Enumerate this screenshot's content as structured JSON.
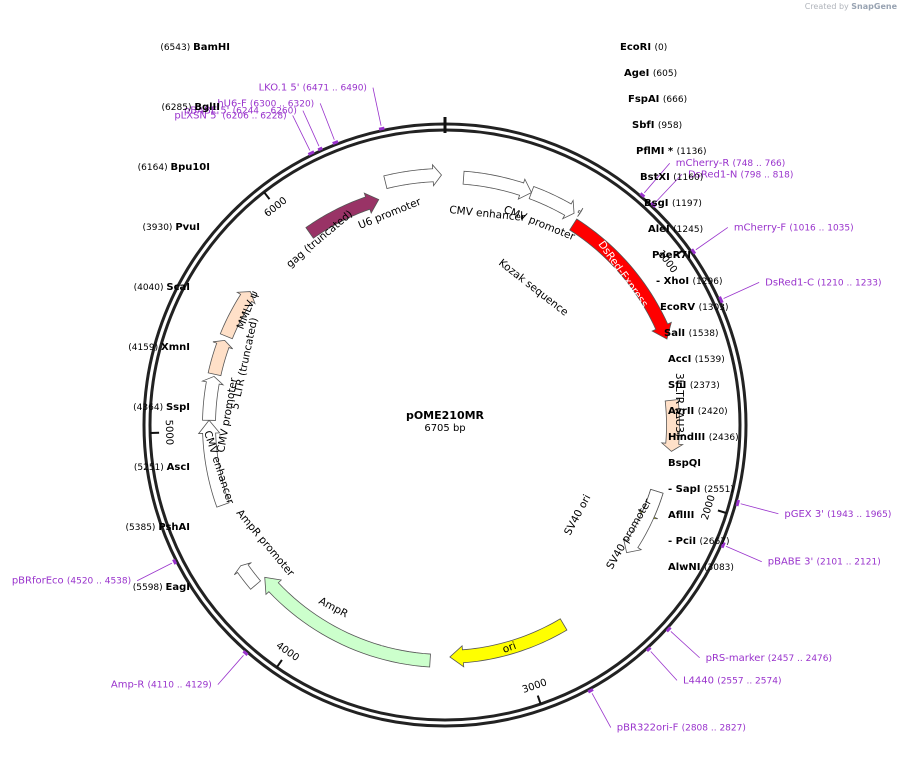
{
  "credit": {
    "prefix": "Created by",
    "brand": "SnapGene"
  },
  "plasmid": {
    "name": "pOME210MR",
    "length_label": "6705 bp"
  },
  "colors": {
    "enzyme": "#000000",
    "primer": "#9933cc",
    "backbone": "#000000",
    "tick": "#666666"
  },
  "ruler": [
    {
      "pos": 1000,
      "label": "1000"
    },
    {
      "pos": 2000,
      "label": "2000"
    },
    {
      "pos": 3000,
      "label": "3000"
    },
    {
      "pos": 4000,
      "label": "4000"
    },
    {
      "pos": 5000,
      "label": "5000"
    },
    {
      "pos": 6000,
      "label": "6000"
    }
  ],
  "enzymes": [
    {
      "name": "BamHI",
      "coord": "(6543)",
      "side": "left"
    },
    {
      "name": "EcoRI",
      "coord": "(0)",
      "side": "right"
    },
    {
      "name": "BglII",
      "coord": "(6285)",
      "side": "left"
    },
    {
      "name": "Bpu10I",
      "coord": "(6164)",
      "side": "left"
    },
    {
      "name": "AgeI",
      "coord": "(605)",
      "side": "right"
    },
    {
      "name": "FspAI",
      "coord": "(666)",
      "side": "right"
    },
    {
      "name": "SbfI",
      "coord": "(958)",
      "side": "right"
    },
    {
      "name": "PflMI *",
      "coord": "(1136)",
      "side": "right"
    },
    {
      "name": "BstXI",
      "coord": "(1160)",
      "side": "right"
    },
    {
      "name": "BsgI",
      "coord": "(1197)",
      "side": "right"
    },
    {
      "name": "AleI",
      "coord": "(1245)",
      "side": "right"
    },
    {
      "name": "PaeR7I",
      "coord": "",
      "side": "right"
    },
    {
      "name": "- XhoI",
      "coord": "(1296)",
      "side": "right"
    },
    {
      "name": "EcoRV",
      "coord": "(1303)",
      "side": "right"
    },
    {
      "name": "SalI",
      "coord": "(1538)",
      "side": "right"
    },
    {
      "name": "AccI",
      "coord": "(1539)",
      "side": "right"
    },
    {
      "name": "SfiI",
      "coord": "(2373)",
      "side": "right"
    },
    {
      "name": "AvrII",
      "coord": "(2420)",
      "side": "right"
    },
    {
      "name": "HindIII",
      "coord": "(2436)",
      "side": "right"
    },
    {
      "name": "BspQI",
      "coord": "",
      "side": "right"
    },
    {
      "name": "- SapI",
      "coord": "(2551)",
      "side": "right"
    },
    {
      "name": "AflIII",
      "coord": "",
      "side": "right"
    },
    {
      "name": "- PciI",
      "coord": "(2667)",
      "side": "right"
    },
    {
      "name": "AlwNI",
      "coord": "(3083)",
      "side": "right"
    },
    {
      "name": "PvuI",
      "coord": "(3930)",
      "side": "left"
    },
    {
      "name": "ScaI",
      "coord": "(4040)",
      "side": "left"
    },
    {
      "name": "XmnI",
      "coord": "(4159)",
      "side": "left"
    },
    {
      "name": "SspI",
      "coord": "(4364)",
      "side": "left"
    },
    {
      "name": "AscI",
      "coord": "(5251)",
      "side": "left"
    },
    {
      "name": "PshAI",
      "coord": "(5385)",
      "side": "left"
    },
    {
      "name": "EagI",
      "coord": "(5598)",
      "side": "left"
    }
  ],
  "primers": [
    {
      "name": "LKO.1 5'",
      "coord": "(6471 .. 6490)",
      "side": "left",
      "start": 6471,
      "end": 6490
    },
    {
      "name": "hU6-F",
      "coord": "(6300 .. 6320)",
      "side": "left",
      "start": 6300,
      "end": 6320
    },
    {
      "name": "pBABE 5'",
      "coord": "(6244 .. 6260)",
      "side": "left",
      "start": 6244,
      "end": 6260
    },
    {
      "name": "pLXSN 5'",
      "coord": "(6206 .. 6228)",
      "side": "left",
      "start": 6206,
      "end": 6228
    },
    {
      "name": "mCherry-R",
      "coord": "(748 .. 766)",
      "side": "right",
      "start": 748,
      "end": 766
    },
    {
      "name": "DsRed1-N",
      "coord": "(798 .. 818)",
      "side": "right",
      "start": 798,
      "end": 818
    },
    {
      "name": "mCherry-F",
      "coord": "(1016 .. 1035)",
      "side": "right",
      "start": 1016,
      "end": 1035
    },
    {
      "name": "DsRed1-C",
      "coord": "(1210 .. 1233)",
      "side": "right",
      "start": 1210,
      "end": 1233
    },
    {
      "name": "pGEX 3'",
      "coord": "(1943 .. 1965)",
      "side": "right",
      "start": 1943,
      "end": 1965
    },
    {
      "name": "pBABE 3'",
      "coord": "(2101 .. 2121)",
      "side": "right",
      "start": 2101,
      "end": 2121
    },
    {
      "name": "pRS-marker",
      "coord": "(2457 .. 2476)",
      "side": "right",
      "start": 2457,
      "end": 2476
    },
    {
      "name": "L4440",
      "coord": "(2557 .. 2574)",
      "side": "right",
      "start": 2557,
      "end": 2574
    },
    {
      "name": "pBR322ori-F",
      "coord": "(2808 .. 2827)",
      "side": "right",
      "start": 2808,
      "end": 2827
    },
    {
      "name": "Amp-R",
      "coord": "(4110 .. 4129)",
      "side": "left",
      "start": 4110,
      "end": 4129
    },
    {
      "name": "pBRforEco",
      "coord": "(4520 .. 4538)",
      "side": "left",
      "start": 4520,
      "end": 4538
    }
  ],
  "features": [
    {
      "name": "U6 promoter",
      "color": "#ffffff",
      "start": 6448,
      "end": 6690
    },
    {
      "name": "gag (truncated)",
      "color": "#993366",
      "start": 6050,
      "end": 6400
    },
    {
      "name": "CMV enhancer",
      "color": "#ffffff",
      "start": 80,
      "end": 380
    },
    {
      "name": "CMV promoter",
      "color": "#ffffff",
      "start": 380,
      "end": 584
    },
    {
      "name": "Kozak sequence",
      "color": "#ffffff",
      "start": 596,
      "end": 606
    },
    {
      "name": "DsRed-Express",
      "color": "#ff0000",
      "start": 607,
      "end": 1282
    },
    {
      "name": "3' LTR (ΔU3)",
      "color": "#ffe0c8",
      "start": 1560,
      "end": 1800
    },
    {
      "name": "SV40 ori",
      "color": "#ffff00",
      "start": 2000,
      "end": 2140
    },
    {
      "name": "SV40 promoter",
      "color": "#ffffff",
      "start": 2000,
      "end": 2330
    },
    {
      "name": "ori",
      "color": "#ffff00",
      "start": 2780,
      "end": 3330
    },
    {
      "name": "AmpR",
      "color": "#ccffcc",
      "start": 3420,
      "end": 4280
    },
    {
      "name": "AmpR promoter",
      "color": "#ffffff",
      "start": 4280,
      "end": 4385
    },
    {
      "name": "CMV enhancer",
      "color": "#ffffff",
      "start": 4660,
      "end": 5050
    },
    {
      "name": "CMV promoter",
      "color": "#ffffff",
      "start": 5050,
      "end": 5250
    },
    {
      "name": "5' LTR (truncated)",
      "color": "#ffe0c8",
      "start": 5260,
      "end": 5420
    },
    {
      "name": "MMLV ψ",
      "color": "#ffe0c8",
      "start": 5440,
      "end": 5670
    }
  ]
}
